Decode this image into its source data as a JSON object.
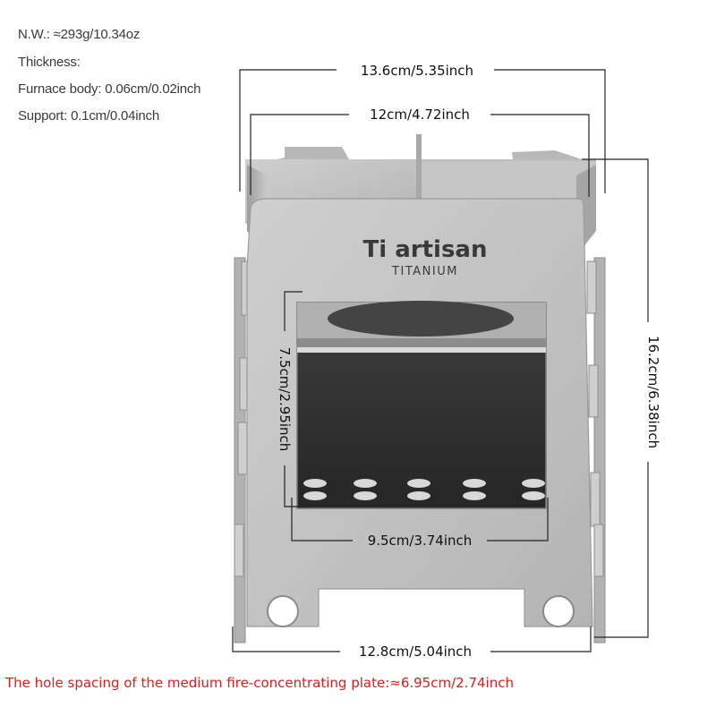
{
  "specs": {
    "weight": "N.W.: ≈293g/10.34oz",
    "thickness": "Thickness:",
    "furnace_body": "Furnace body: 0.06cm/0.02inch",
    "support": "Support: 0.1cm/0.04inch"
  },
  "dimensions": {
    "outer_width": "13.6cm/5.35inch",
    "inner_width": "12cm/4.72inch",
    "height": "16.2cm/6.38inch",
    "window_height": "7.5cm/2.95inch",
    "window_width": "9.5cm/3.74inch",
    "base_width": "12.8cm/5.04inch"
  },
  "brand": {
    "name": "Ti artisan",
    "sub": "TITANIUM"
  },
  "note": "The hole spacing of the medium fire-concentrating plate:≈6.95cm/2.74inch",
  "colors": {
    "metal": "#c3c3c3",
    "metal_dark": "#9a9a9a",
    "window_dark": "#2e2e2e",
    "note_red": "#e01b1b"
  }
}
